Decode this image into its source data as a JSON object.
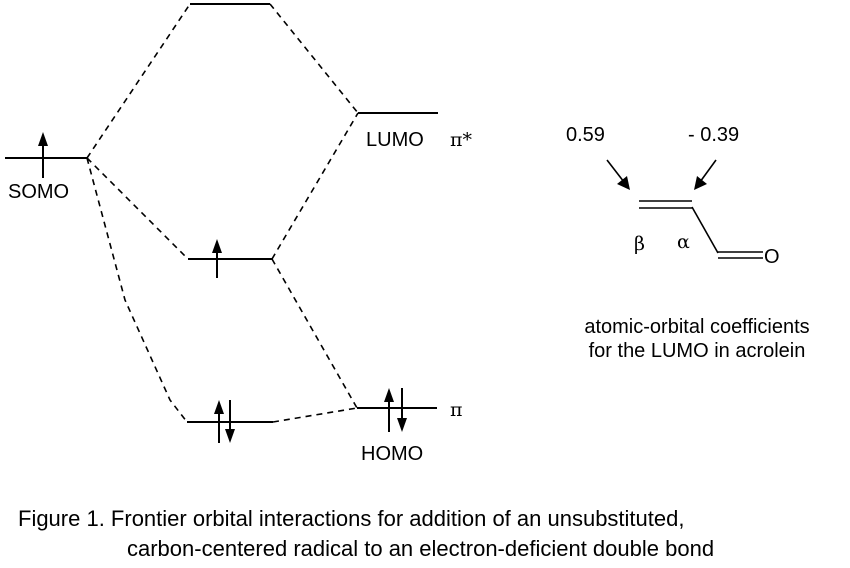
{
  "diagram": {
    "labels": {
      "somo": "SOMO",
      "lumo": "LUMO",
      "homo": "HOMO",
      "pi_star": "π*",
      "pi": "π"
    },
    "acrolein": {
      "coef_beta": "0.59",
      "coef_alpha": "- 0.39",
      "beta": "β",
      "alpha": "α",
      "oxygen": "O",
      "caption_line1": "atomic-orbital coefficients",
      "caption_line2": "for the LUMO in acrolein"
    },
    "figure_caption": {
      "line1": "Figure 1. Frontier orbital interactions for addition of an unsubstituted,",
      "line2": "carbon-centered radical to an electron-deficient double bond"
    }
  }
}
